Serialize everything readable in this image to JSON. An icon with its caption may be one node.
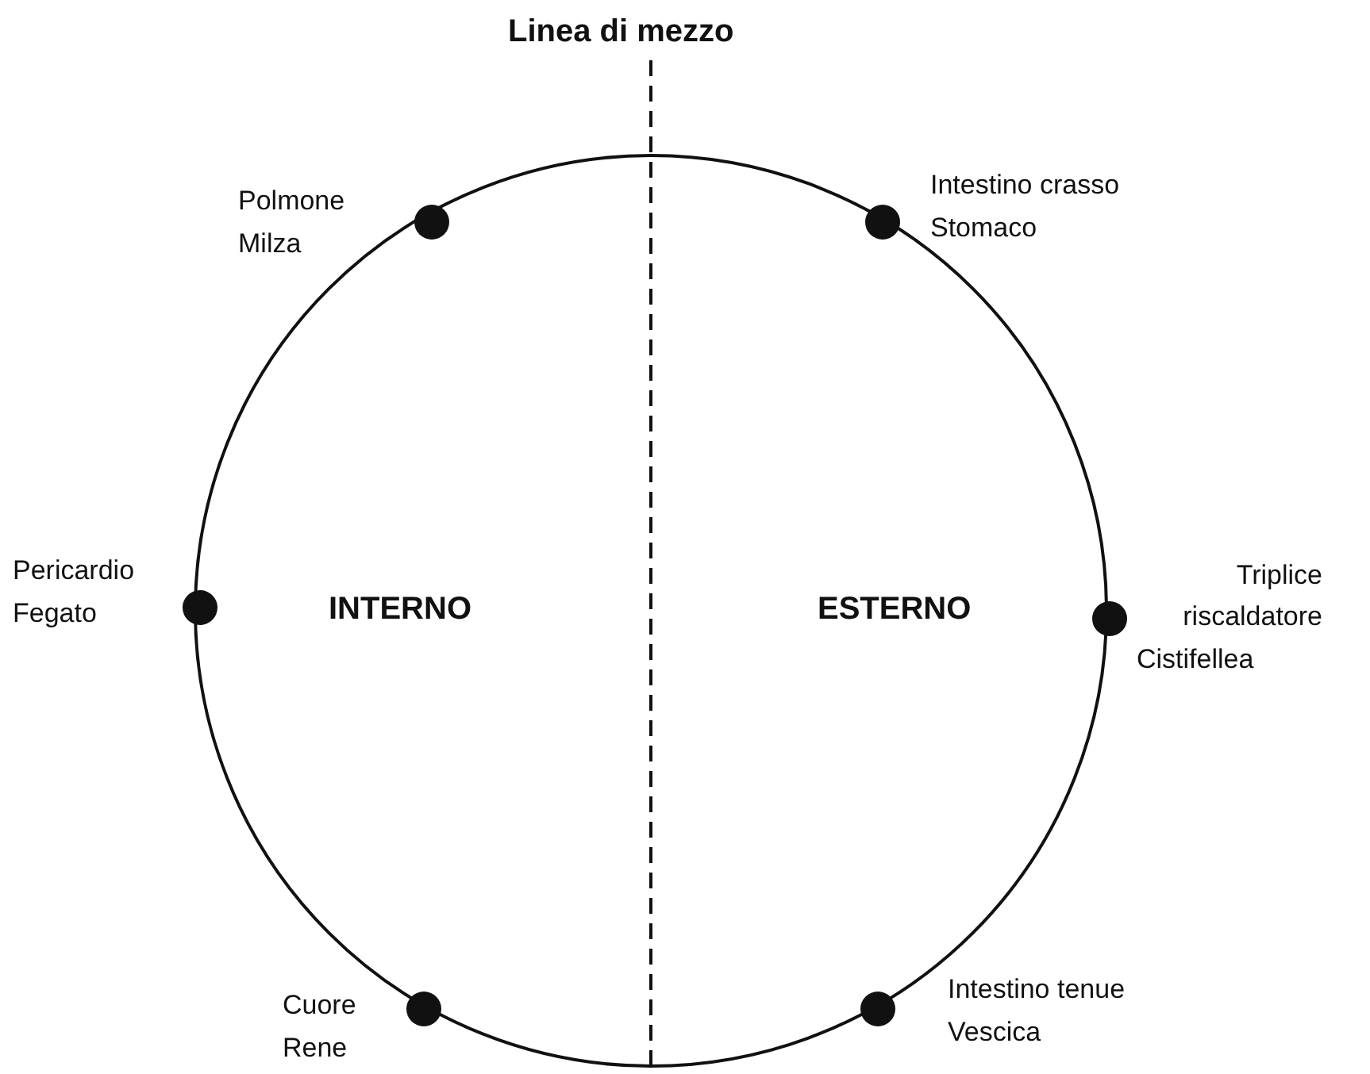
{
  "diagram": {
    "title": "Linea di mezzo",
    "nodes": [
      {
        "text": [],
        "shape": "circle",
        "beside": [
          "Polmone",
          "Milza"
        ]
      },
      {
        "text": [],
        "shape": "circle",
        "beside": [
          "Intestino crasso",
          "Stomaco"
        ]
      },
      {
        "text": [],
        "shape": "circle",
        "beside": [
          "Pericardio",
          "Fegato"
        ]
      },
      {
        "text": [],
        "shape": "circle",
        "beside": [
          "Triplice riscaldatore",
          "Cistifellea"
        ]
      },
      {
        "text": [],
        "shape": "circle",
        "beside": [
          "Cuore",
          "Rene"
        ]
      },
      {
        "text": [],
        "shape": "circle",
        "beside": [
          "Intestino tenue",
          "Vescica"
        ]
      }
    ],
    "labels": [
      "INTERNO",
      "ESTERNO"
    ]
  }
}
